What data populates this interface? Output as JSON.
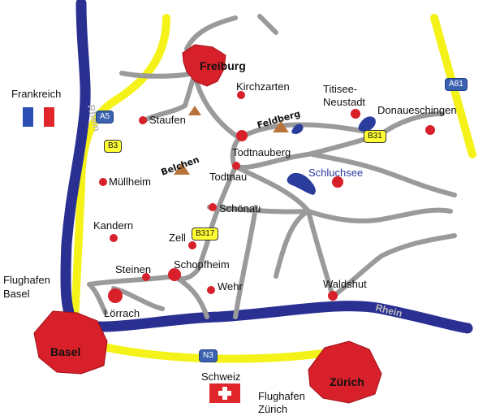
{
  "colors": {
    "rhine": "#2a2f92",
    "motorway": "#f5f21a",
    "road": "#9a9a9a",
    "city": "#d8202a",
    "mountain": "#b8733a",
    "lake": "#2a3c9c",
    "shield_yellow": "#ffff33",
    "shield_blue": "#3a62b0"
  },
  "rivers": {
    "rhine_upper": "Rhein",
    "rhine_lower": "Rhein"
  },
  "cities": {
    "freiburg": "Freiburg",
    "basel": "Basel",
    "zurich": "Zürich"
  },
  "places": {
    "kirchzarten": "Kirchzarten",
    "titisee_neustadt": "Titisee-\nNeustadt",
    "donaueschingen": "Donaueschingen",
    "staufen": "Staufen",
    "todtnauberg": "Todtnauberg",
    "todtnau": "Todtnau",
    "schluchsee": "Schluchsee",
    "muellheim": "Müllheim",
    "schoenau": "Schönau",
    "kandern": "Kandern",
    "zell": "Zell",
    "steinen": "Steinen",
    "schopfheim": "Schopfheim",
    "wehr": "Wehr",
    "waldshut": "Waldshut",
    "loerrach": "Lörrach"
  },
  "mountains": {
    "feldberg": "Feldberg",
    "belchen": "Belchen"
  },
  "roads": {
    "a5": "A5",
    "a81": "A81",
    "b3": "B3",
    "b31": "B31",
    "b317": "B317",
    "n3": "N3"
  },
  "labels": {
    "frankreich": "Frankreich",
    "schweiz": "Schweiz",
    "flughafen_basel": "Flughafen\nBasel",
    "flughafen_zuerich": "Flughafen\nZürich"
  },
  "icons": [
    "france-flag-icon",
    "swiss-flag-icon",
    "mountain-icon",
    "lake-icon",
    "city-dot-icon"
  ]
}
